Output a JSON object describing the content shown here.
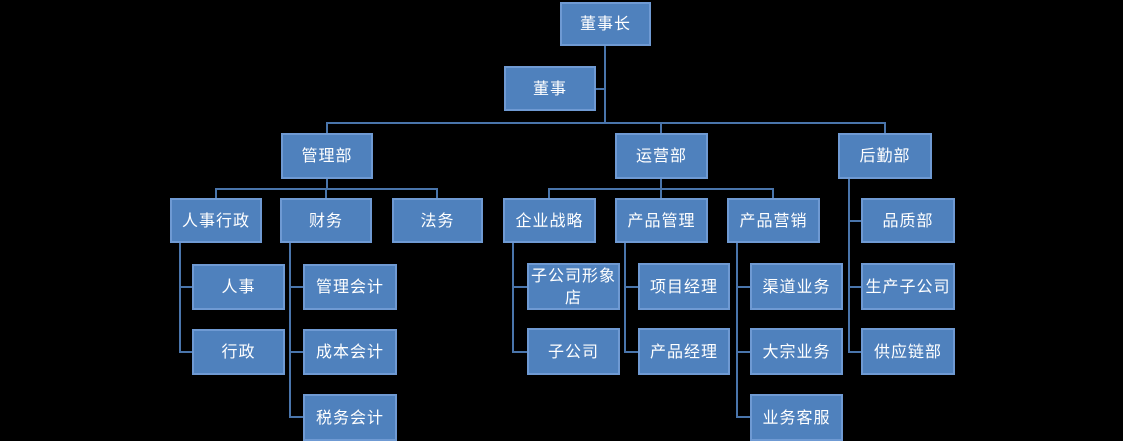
{
  "theme": {
    "background": "#000000",
    "node_fill": "#4f81bd",
    "node_border": "#6f9ad3",
    "connector": "#4a75ab",
    "text": "#ffffff"
  },
  "labels": {
    "chairman": "董事长",
    "board": "董事",
    "admin_dept": "管理部",
    "ops_dept": "运营部",
    "logistics_dept": "后勤部",
    "hr_admin": "人事行政",
    "finance": "财务",
    "legal": "法务",
    "corp_strategy": "企业战略",
    "product_mgmt": "产品管理",
    "product_marketing": "产品营销",
    "quality_dept": "品质部",
    "hr": "人事",
    "mgmt_accounting": "管理会计",
    "subsidiary_store": "子公司形象店",
    "project_manager": "项目经理",
    "channel_business": "渠道业务",
    "production_subsidiary": "生产子公司",
    "admin": "行政",
    "cost_accounting": "成本会计",
    "subsidiary": "子公司",
    "product_manager": "产品经理",
    "bulk_business": "大宗业务",
    "supply_chain": "供应链部",
    "tax_accounting": "税务会计",
    "customer_service": "业务客服"
  },
  "hierarchy": {
    "root": "chairman",
    "assistant_of_root": "board",
    "children": [
      {
        "id": "admin_dept",
        "children": [
          {
            "id": "hr_admin",
            "children": [
              {
                "id": "hr"
              },
              {
                "id": "admin"
              }
            ]
          },
          {
            "id": "finance",
            "children": [
              {
                "id": "mgmt_accounting"
              },
              {
                "id": "cost_accounting"
              },
              {
                "id": "tax_accounting"
              }
            ]
          },
          {
            "id": "legal"
          }
        ]
      },
      {
        "id": "ops_dept",
        "children": [
          {
            "id": "corp_strategy",
            "children": [
              {
                "id": "subsidiary_store"
              },
              {
                "id": "subsidiary"
              }
            ]
          },
          {
            "id": "product_mgmt",
            "children": [
              {
                "id": "project_manager"
              },
              {
                "id": "product_manager"
              }
            ]
          },
          {
            "id": "product_marketing",
            "children": [
              {
                "id": "channel_business"
              },
              {
                "id": "bulk_business"
              },
              {
                "id": "customer_service"
              }
            ]
          }
        ]
      },
      {
        "id": "logistics_dept",
        "children": [
          {
            "id": "quality_dept"
          },
          {
            "id": "production_subsidiary"
          },
          {
            "id": "supply_chain"
          }
        ]
      }
    ]
  }
}
